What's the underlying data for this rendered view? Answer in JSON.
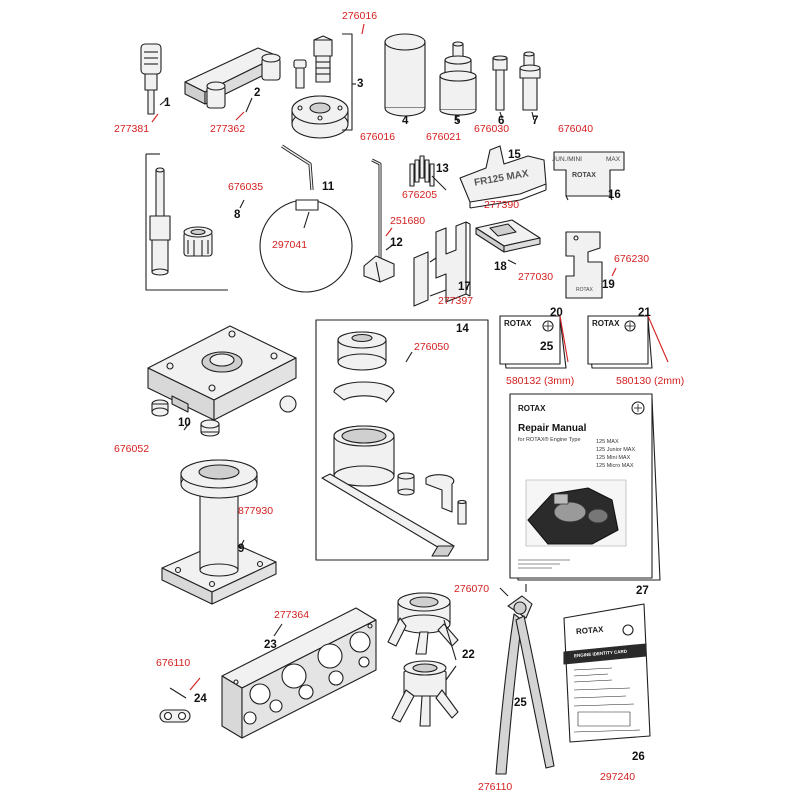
{
  "colors": {
    "part_number": "#d42020",
    "item_number": "#111111",
    "line": "#1f1f1f",
    "part_fill": "#f1f1f1",
    "part_shade": "#cfcfcf"
  },
  "parts": [
    {
      "item": "1",
      "part_number": "277381",
      "icon": "crankshaft-locking-pin-icon"
    },
    {
      "item": "2",
      "part_number": "277362",
      "icon": "clutch-holder-bar-icon"
    },
    {
      "item": "3",
      "part_number": "276016",
      "icon": "puller-assembly-icon"
    },
    {
      "item": "4",
      "part_number": "676016",
      "icon": "cylinder-sleeve-icon"
    },
    {
      "item": "5",
      "part_number": "676021",
      "icon": "stepped-insert-tool-icon"
    },
    {
      "item": "6",
      "part_number": "676030",
      "icon": "pin-insert-tool-icon"
    },
    {
      "item": "7",
      "part_number": "676040",
      "icon": "bushing-insert-tool-icon"
    },
    {
      "item": "8",
      "part_number": "676035",
      "icon": "valve-tool-set-icon"
    },
    {
      "item": "9",
      "part_number": "877930",
      "icon": "stand-base-icon"
    },
    {
      "item": "10",
      "part_number": "676052",
      "icon": "engine-support-plate-icon"
    },
    {
      "item": "11",
      "part_number": "297041",
      "icon": "allen-key-with-ring-icon"
    },
    {
      "item": "12",
      "part_number": "251680",
      "icon": "t-handle-tool-icon"
    },
    {
      "item": "13",
      "part_number": "676205",
      "icon": "feeler-gauge-icon"
    },
    {
      "item": "14",
      "part_number": "276050",
      "icon": "piston-tool-set-icon"
    },
    {
      "item": "15",
      "part_number": "277390",
      "icon": "fr125-max-gauge-icon"
    },
    {
      "item": "16",
      "part_number": "",
      "icon": "jun-mini-max-gauge-icon"
    },
    {
      "item": "17",
      "part_number": "277397",
      "icon": "exhaust-gauge-icon"
    },
    {
      "item": "18",
      "part_number": "277030",
      "icon": "flat-gauge-icon"
    },
    {
      "item": "19",
      "part_number": "676230",
      "icon": "rotax-template-gauge-icon"
    },
    {
      "item": "20",
      "part_number": "580132 (3mm)",
      "icon": "gauge-card-3mm-icon"
    },
    {
      "item": "21",
      "part_number": "580130 (2mm)",
      "icon": "gauge-card-2mm-icon"
    },
    {
      "item": "22",
      "part_number": "276070",
      "icon": "sprocket-holder-pair-icon"
    },
    {
      "item": "23",
      "part_number": "277364",
      "icon": "sprocket-plate-icon"
    },
    {
      "item": "24",
      "part_number": "676110",
      "icon": "small-link-plate-icon"
    },
    {
      "item": "25",
      "part_number": "276110",
      "icon": "circlip-pliers-icon"
    },
    {
      "item": "26",
      "part_number": "297240",
      "icon": "engine-identity-card-icon"
    },
    {
      "item": "27",
      "part_number": "",
      "icon": "repair-manual-icon"
    }
  ],
  "gauge_text": {
    "fr125_max": "FR125 MAX",
    "jun_mini": "JUN./MINI",
    "max": "MAX",
    "rotax": "ROTAX",
    "card_20_number": "25"
  },
  "manual": {
    "brand": "ROTAX",
    "title": "Repair Manual",
    "subtitle": "for ROTAX® Engine Type",
    "engine_types": [
      "125 MAX",
      "125 Junior MAX",
      "125 Mini MAX",
      "125 Micro MAX"
    ]
  },
  "identity_card": {
    "brand": "ROTAX",
    "title": "ENGINE IDENTITY CARD"
  },
  "cards": {
    "brand": "ROTAX"
  }
}
